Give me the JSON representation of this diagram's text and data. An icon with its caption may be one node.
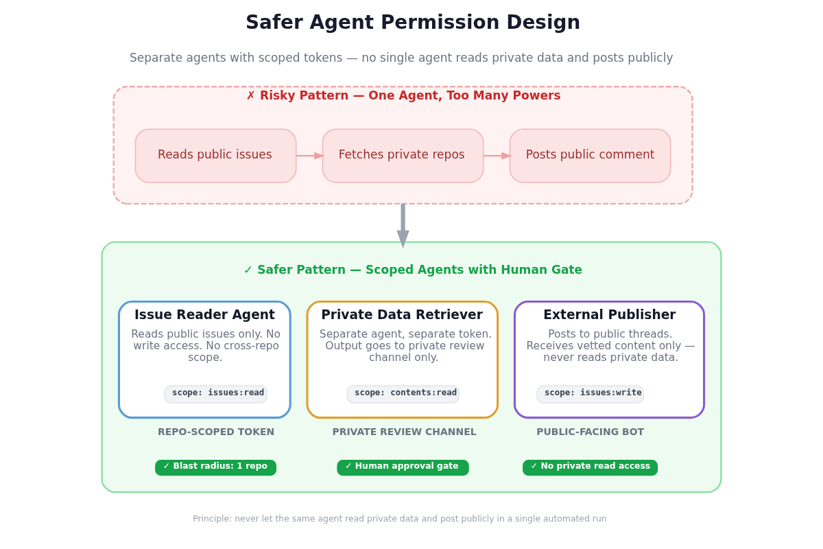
{
  "diagram": {
    "title": "Safer Agent Permission Design",
    "caption": "Principle: never let the same agent read private data and post publicly in a single automated run",
    "nodes": [
      {
        "text": [
          "✗ Risky Pattern — One Agent, Too Many Powers"
        ]
      },
      {
        "text": [
          "Reads public issues"
        ],
        "in": 0
      },
      {
        "text": [
          "Fetches private repos"
        ],
        "in": 0
      },
      {
        "text": [
          "Posts public comment"
        ],
        "in": 0
      },
      {
        "text": [
          "✓ Safer Pattern — Scoped Agents with Human Gate"
        ]
      },
      {
        "text": [
          "Issue Reader Agent",
          "Reads public issues only. No write access. No cross-repo scope."
        ],
        "beside": [
          "REPO-SCOPED TOKEN"
        ],
        "in": 4
      },
      {
        "text": [
          "scope: issues:read"
        ],
        "in": 5
      },
      {
        "text": [
          "✓ Blast radius: 1 repo"
        ],
        "in": 4
      },
      {
        "text": [
          "Private Data Retriever",
          "Separate agent, separate token. Output goes to private review channel only."
        ],
        "beside": [
          "PRIVATE REVIEW CHANNEL"
        ],
        "in": 4
      },
      {
        "text": [
          "scope: contents:read"
        ],
        "in": 8
      },
      {
        "text": [
          "✓ Human approval gate"
        ],
        "in": 4
      },
      {
        "text": [
          "External Publisher",
          "Posts to public threads. Receives vetted content only — never reads private data."
        ],
        "beside": [
          "PUBLIC-FACING BOT"
        ],
        "in": 4
      },
      {
        "text": [
          "scope: issues:write"
        ],
        "in": 11
      },
      {
        "text": [
          "✓ No private read access"
        ],
        "in": 4
      }
    ],
    "edges": [
      {
        "from": 1,
        "to": 2,
        "arrow": "to"
      },
      {
        "from": 2,
        "to": 3,
        "arrow": "to"
      },
      {
        "from": 0,
        "to": 4,
        "arrow": "to",
        "style": "thick",
        "color": "#9ca3af"
      }
    ],
    "labels": [
      "Separate agents with scoped tokens — no single agent reads private data and posts publicly"
    ]
  }
}
